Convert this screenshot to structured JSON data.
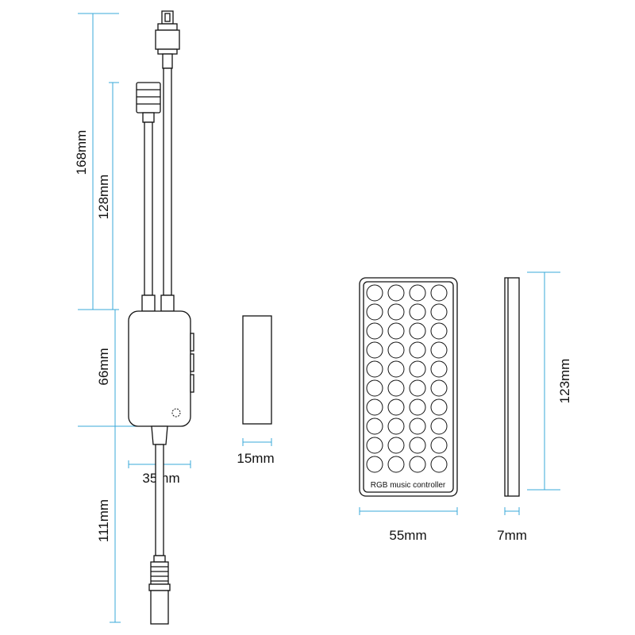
{
  "dimensions": {
    "total_height": "168mm",
    "upper_cable": "128mm",
    "controller_height": "66mm",
    "lower_cable": "111mm",
    "controller_width": "35mm",
    "controller_depth": "15mm",
    "remote_width": "55mm",
    "remote_thickness": "7mm",
    "remote_height": "123mm"
  },
  "remote": {
    "label": "RGB music controller",
    "button_rows": 10,
    "button_cols": 4
  },
  "colors": {
    "dimension_line": "#3aa8d8",
    "outline": "#111111"
  }
}
